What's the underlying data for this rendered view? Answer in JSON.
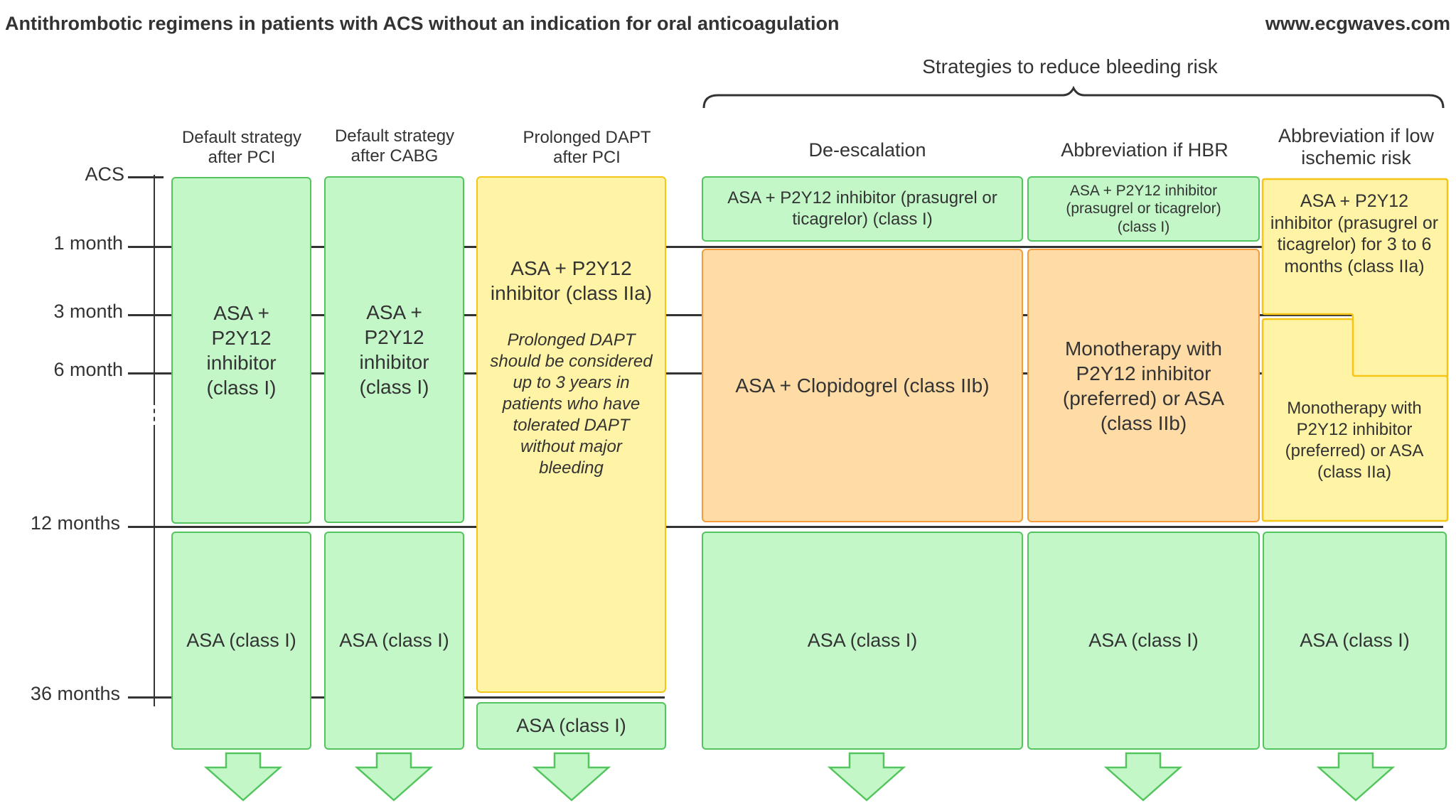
{
  "header": {
    "title": "Antithrombotic regimens in patients with ACS without an indication for oral anticoagulation",
    "website": "www.ecgwaves.com"
  },
  "timeline": {
    "ticks": [
      "ACS",
      "1 month",
      "3 month",
      "6 month",
      "12 months",
      "36 months"
    ]
  },
  "strategies_label": "Strategies to reduce bleeding risk",
  "columns": {
    "pci": {
      "header": "Default strategy after PCI",
      "dapt": "ASA + P2Y12 inhibitor (class I)",
      "asa": "ASA (class I)"
    },
    "cabg": {
      "header": "Default strategy after CABG",
      "dapt": "ASA + P2Y12 inhibitor (class I)",
      "asa": "ASA (class I)"
    },
    "prolonged": {
      "header": "Prolonged DAPT after PCI",
      "dapt": "ASA + P2Y12 inhibitor (class IIa)",
      "note": "Prolonged DAPT should be considered up to 3 years in patients who have tolerated DAPT without major bleeding",
      "asa": "ASA (class I)"
    },
    "deescalation": {
      "header": "De-escalation",
      "initial": "ASA + P2Y12 inhibitor (prasugrel or ticagrelor) (class I)",
      "middle": "ASA + Clopidogrel (class IIb)",
      "asa": "ASA (class I)"
    },
    "hbr": {
      "header": "Abbreviation if HBR",
      "initial": "ASA + P2Y12 inhibitor (prasugrel or ticagrelor) (class I)",
      "middle": "Monotherapy with P2Y12 inhibitor (preferred) or ASA (class IIb)",
      "asa": "ASA (class I)"
    },
    "low_ischemic": {
      "header": "Abbreviation if low ischemic risk",
      "initial": "ASA + P2Y12 inhibitor (prasugrel or ticagrelor) for 3 to 6 months (class IIa)",
      "middle": "Monotherapy with P2Y12 inhibitor (preferred) or ASA (class IIa)",
      "asa": "ASA (class I)"
    }
  },
  "colors": {
    "green_fill": "#c3f7c8",
    "green_border": "#54c45e",
    "yellow_fill": "#fff3a6",
    "yellow_border": "#f5c518",
    "orange_fill": "#ffdba6",
    "orange_border": "#f39c3c"
  }
}
